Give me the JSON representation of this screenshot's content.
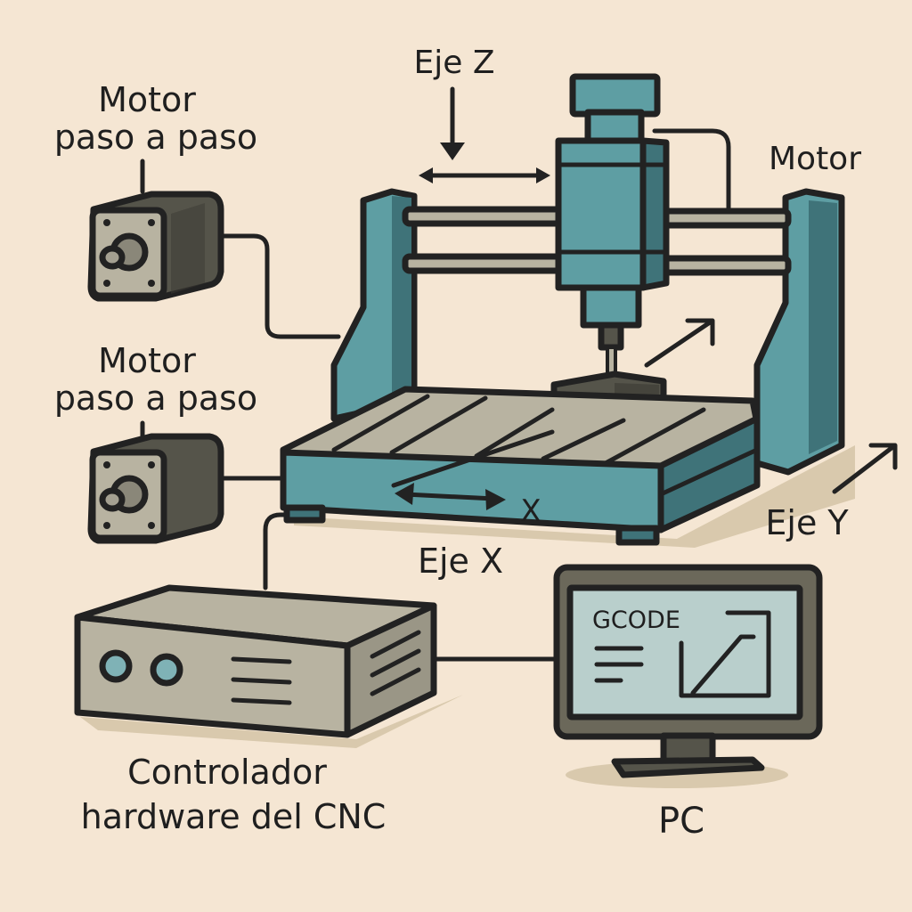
{
  "title": "Sistema CNC: componentes y ejes",
  "labels": {
    "motor_top_line1": "Motor",
    "motor_top_line2": "paso a paso",
    "motor_mid_line1": "Motor",
    "motor_mid_line2": "paso a paso",
    "axis_z": "Eje Z",
    "axis_x": "Eje X",
    "axis_x_mark": "X",
    "axis_y": "Eje Y",
    "spindle_motor": "Motor",
    "controller_line1": "Controlador",
    "controller_line2": "hardware del CNC",
    "pc": "PC",
    "screen_text": "GCODE"
  },
  "colors": {
    "background": "#f5e6d3",
    "teal": "#5e9ea3",
    "teal_dark": "#3f7379",
    "gray_metal": "#b8b3a1",
    "dark_gray": "#4e4d44",
    "screen": "#b9cfcc",
    "outline": "#222222"
  }
}
